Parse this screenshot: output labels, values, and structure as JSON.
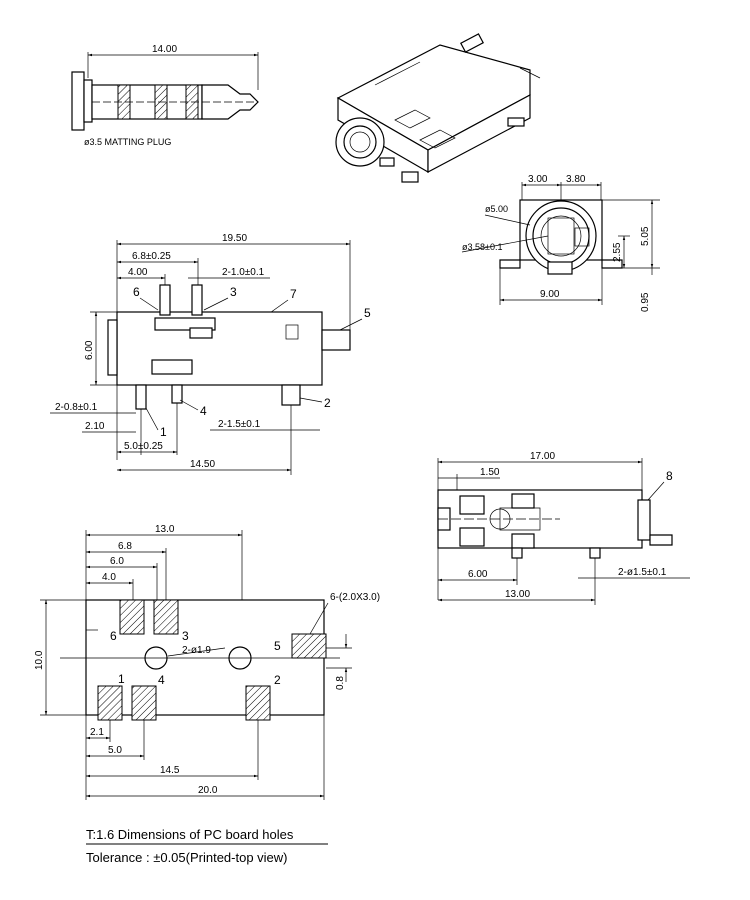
{
  "plug": {
    "length": "14.00",
    "caption": "ø3.5 MATTING PLUG"
  },
  "front_view": {
    "w_left": "3.00",
    "w_right": "3.80",
    "dia_outer": "ø5.00",
    "dia_inner": "ø3.58±0.1",
    "height": "5.05",
    "pin_offset": "2.55",
    "width": "9.00",
    "standoff": "0.95"
  },
  "side_view": {
    "overall": "19.50",
    "d1": "6.8±0.25",
    "d2": "4.00",
    "d3": "2-1.0±0.1",
    "height": "6.00",
    "d4": "2-0.8±0.1",
    "d5": "2.10",
    "d6": "5.0±0.25",
    "d7": "2-1.5±0.1",
    "d8": "14.50",
    "callouts": [
      "1",
      "2",
      "3",
      "4",
      "5",
      "6",
      "7"
    ]
  },
  "top_view": {
    "overall": "17.00",
    "d1": "1.50",
    "d2": "6.00",
    "d3": "13.00",
    "d4": "2-ø1.5±0.1",
    "callout": "8"
  },
  "pcb_layout": {
    "d_13": "13.0",
    "d_68": "6.8",
    "d_60": "6.0",
    "d_40": "4.0",
    "height": "10.0",
    "slot": "6-(2.0X3.0)",
    "holes": "2-ø1.9",
    "slot_w": "0.8",
    "d_21": "2.1",
    "d_50": "5.0",
    "d_145": "14.5",
    "d_200": "20.0",
    "pad_labels": [
      "1",
      "2",
      "3",
      "4",
      "5",
      "6"
    ]
  },
  "footer": {
    "line1": "T:1.6 Dimensions of PC board holes",
    "line2": "Tolerance : ±0.05(Printed-top view)"
  }
}
